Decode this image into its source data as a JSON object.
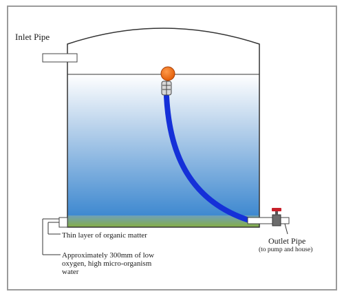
{
  "labels": {
    "inlet": "Inlet Pipe",
    "organic_layer": "Thin layer of organic matter",
    "low_oxygen_line1": "Approximately 300mm of low",
    "low_oxygen_line2": "oxygen, high micro-organism",
    "low_oxygen_line3": "water",
    "outlet": "Outlet Pipe",
    "outlet_sub": "(to pump and house)"
  },
  "colors": {
    "water_top": "#ffffff",
    "water_bottom": "#3a86cf",
    "organic_layer": "#7fa84a",
    "float": "#f06a10",
    "hose": "#1530d8",
    "valve_handle": "#c8202a",
    "valve_body": "#6c6c6c",
    "frame": "#9a9a9a"
  }
}
